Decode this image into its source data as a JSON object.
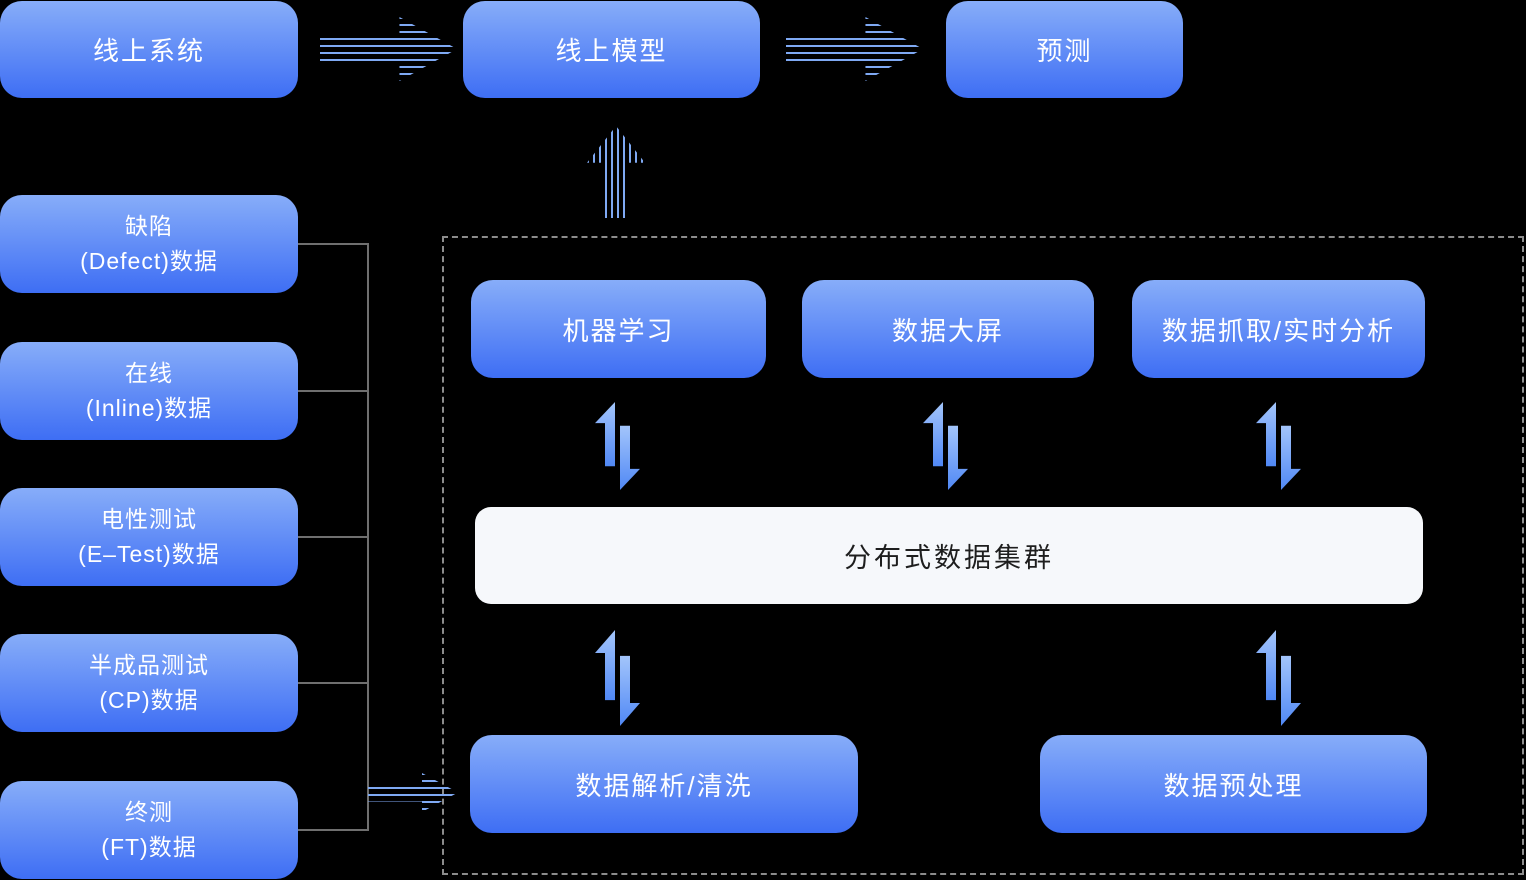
{
  "top_flow": {
    "nodes": [
      {
        "label": "线上系统"
      },
      {
        "label": "线上模型"
      },
      {
        "label": "预测"
      }
    ]
  },
  "left_sources": [
    {
      "line1": "缺陷",
      "line2": "(Defect)数据"
    },
    {
      "line1": "在线",
      "line2": "(Inline)数据"
    },
    {
      "line1": "电性测试",
      "line2": "(E–Test)数据"
    },
    {
      "line1": "半成品测试",
      "line2": "(CP)数据"
    },
    {
      "line1": "终测",
      "line2": "(FT)数据"
    }
  ],
  "platform": {
    "top_modules": [
      {
        "label": "机器学习"
      },
      {
        "label": "数据大屏"
      },
      {
        "label": "数据抓取/实时分析"
      }
    ],
    "cluster_label": "分布式数据集群",
    "bottom_modules": [
      {
        "label": "数据解析/清洗"
      },
      {
        "label": "数据预处理"
      }
    ]
  },
  "colors": {
    "background": "#000000",
    "node_gradient_top": "#87adf9",
    "node_gradient_bottom": "#3e6ef4",
    "node_text": "#ffffff",
    "stripe_arrow": "#7fa9f3",
    "double_arrow_light": "#a3c5fb",
    "double_arrow_dark": "#5088f5",
    "cluster_background": "#f6f8fb",
    "cluster_text": "#1e1e1e",
    "connector_line": "#6f6f6f",
    "dashed_border": "#8c8c8c"
  }
}
